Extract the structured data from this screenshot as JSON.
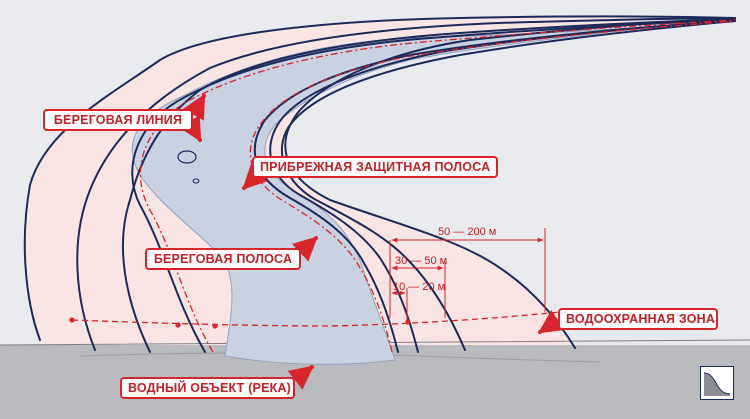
{
  "labels": {
    "shoreline": "БЕРЕГОВАЯ ЛИНИЯ",
    "coastal_protective_strip": "ПРИБРЕЖНАЯ ЗАЩИТНАЯ ПОЛОСА",
    "coastal_strip": "БЕРЕГОВАЯ ПОЛОСА",
    "water_protection_zone": "ВОДООХРАННАЯ ЗОНА",
    "water_body": "ВОДНЫЙ ОБЪЕКТ (РЕКА)"
  },
  "dimensions": {
    "zone_width": "50 — 200 м",
    "protective_width": "30 — 50 м",
    "coastal_width": "10 — 20 м"
  },
  "colors": {
    "accent": "#d8242b",
    "outline": "#1c2a5a",
    "zone_fill": "#f9e4e4",
    "water_fill": "#c8d2e0",
    "ground": "#b8b9bd",
    "background": "#e9eaee"
  },
  "icons": {
    "corner": "slope-profile-icon"
  }
}
